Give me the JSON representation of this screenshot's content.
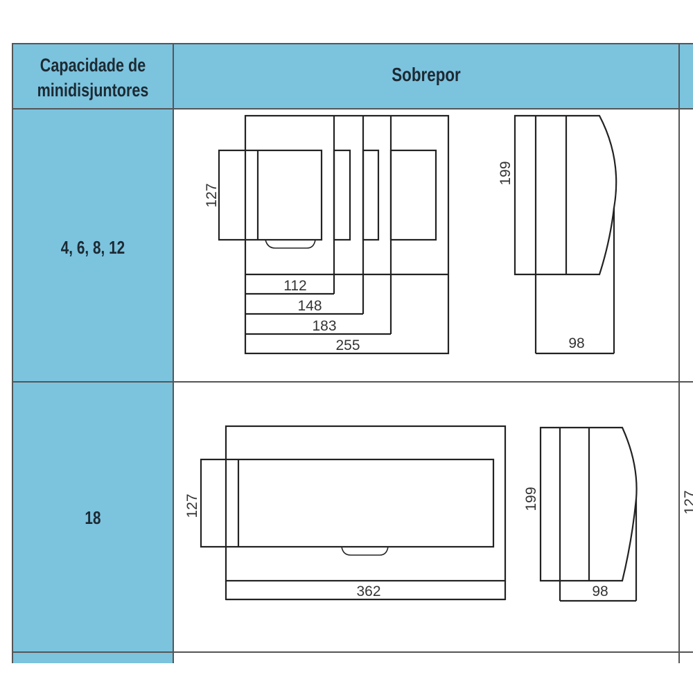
{
  "header": {
    "col1_line1": "Capacidade de",
    "col1_line2": "minidisjuntores",
    "col2": "Sobrepor"
  },
  "rows": [
    {
      "capacity": "4, 6, 8, 12",
      "front_height": "127",
      "front_widths": [
        "112",
        "148",
        "183",
        "255"
      ],
      "side_height": "199",
      "side_depth": "98"
    },
    {
      "capacity": "18",
      "front_height": "127",
      "front_width": "362",
      "side_height": "199",
      "side_depth": "98",
      "clipped_next_column_label": "127"
    }
  ],
  "colors": {
    "header_bg": "#7cc3de",
    "border": "#555555",
    "line": "#222222"
  }
}
